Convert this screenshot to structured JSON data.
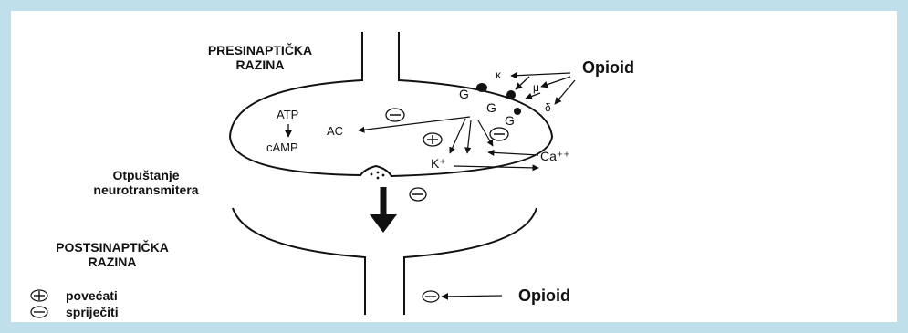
{
  "labels": {
    "pre_line1": "PRESINAPTIČKA",
    "pre_line2": "RAZINA",
    "opioid_top": "Opioid",
    "kappa": "κ",
    "mu": "μ",
    "delta": "δ",
    "g1": "G",
    "g2": "G",
    "g3": "G",
    "atp": "ATP",
    "camp": "cAMP",
    "ac": "AC",
    "k_plus": "K⁺",
    "ca_plus": "Ca⁺⁺",
    "release_line1": "Otpuštanje",
    "release_line2": "neurotransmitera",
    "post_line1": "POSTSINAPTIČKA",
    "post_line2": "RAZINA",
    "opioid_bottom": "Opioid",
    "legend_increase": "povećati",
    "legend_inhibit": "spriječiti"
  },
  "symbols": {
    "plus": "+",
    "minus": "−"
  },
  "colors": {
    "frame": "#bfe0ea",
    "ink": "#111111"
  }
}
